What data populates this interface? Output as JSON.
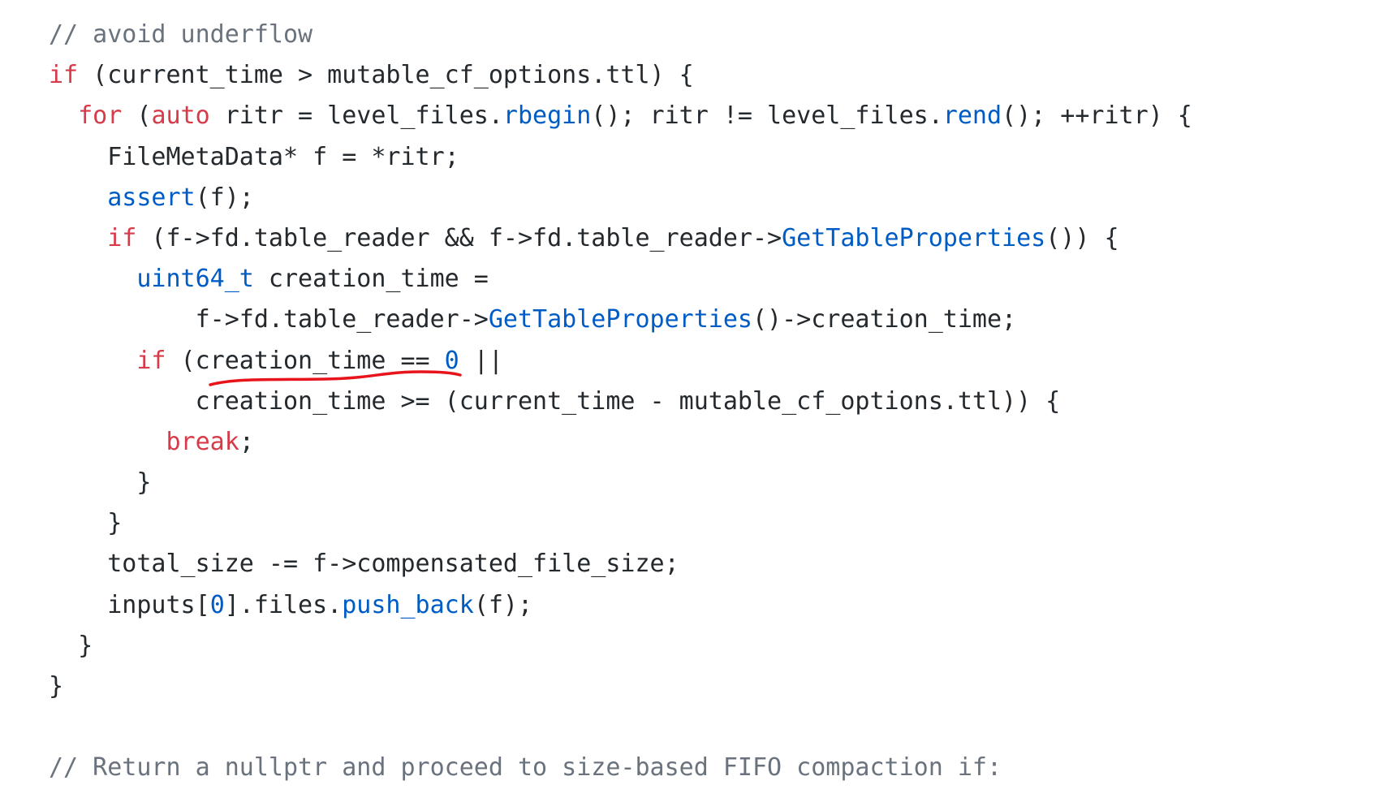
{
  "colors": {
    "keyword": "#d73a49",
    "function": "#005cc5",
    "comment": "#6a737d",
    "text": "#24292e",
    "annotation": "#e8141c"
  },
  "code_lines": [
    [
      {
        "t": "// avoid underflow",
        "c": "cm"
      }
    ],
    [
      {
        "t": "if",
        "c": "kw"
      },
      {
        "t": " (current_time > mutable_cf_options.ttl) {",
        "c": ""
      }
    ],
    [
      {
        "t": "  ",
        "c": ""
      },
      {
        "t": "for",
        "c": "kw"
      },
      {
        "t": " (",
        "c": ""
      },
      {
        "t": "auto",
        "c": "kw"
      },
      {
        "t": " ritr = level_files.",
        "c": ""
      },
      {
        "t": "rbegin",
        "c": "fn"
      },
      {
        "t": "(); ritr != level_files.",
        "c": ""
      },
      {
        "t": "rend",
        "c": "fn"
      },
      {
        "t": "(); ++ritr) {",
        "c": ""
      }
    ],
    [
      {
        "t": "    FileMetaData* f = *ritr;",
        "c": ""
      }
    ],
    [
      {
        "t": "    ",
        "c": ""
      },
      {
        "t": "assert",
        "c": "fn"
      },
      {
        "t": "(f);",
        "c": ""
      }
    ],
    [
      {
        "t": "    ",
        "c": ""
      },
      {
        "t": "if",
        "c": "kw"
      },
      {
        "t": " (f->fd.table_reader && f->fd.table_reader->",
        "c": ""
      },
      {
        "t": "GetTableProperties",
        "c": "fn"
      },
      {
        "t": "()) {",
        "c": ""
      }
    ],
    [
      {
        "t": "      ",
        "c": ""
      },
      {
        "t": "uint64_t",
        "c": "fn"
      },
      {
        "t": " creation_time =",
        "c": ""
      }
    ],
    [
      {
        "t": "          f->fd.table_reader->",
        "c": ""
      },
      {
        "t": "GetTableProperties",
        "c": "fn"
      },
      {
        "t": "()->creation_time;",
        "c": ""
      }
    ],
    [
      {
        "t": "      ",
        "c": ""
      },
      {
        "t": "if",
        "c": "kw"
      },
      {
        "t": " (creation_time == ",
        "c": ""
      },
      {
        "t": "0",
        "c": "num"
      },
      {
        "t": " ||",
        "c": ""
      }
    ],
    [
      {
        "t": "          creation_time >= (current_time - mutable_cf_options.ttl)) {",
        "c": ""
      }
    ],
    [
      {
        "t": "        ",
        "c": ""
      },
      {
        "t": "break",
        "c": "kw"
      },
      {
        "t": ";",
        "c": ""
      }
    ],
    [
      {
        "t": "      }",
        "c": ""
      }
    ],
    [
      {
        "t": "    }",
        "c": ""
      }
    ],
    [
      {
        "t": "    total_size -= f->compensated_file_size;",
        "c": ""
      }
    ],
    [
      {
        "t": "    inputs[",
        "c": ""
      },
      {
        "t": "0",
        "c": "num"
      },
      {
        "t": "].files.",
        "c": ""
      },
      {
        "t": "push_back",
        "c": "fn"
      },
      {
        "t": "(f);",
        "c": ""
      }
    ],
    [
      {
        "t": "  }",
        "c": ""
      }
    ],
    [
      {
        "t": "}",
        "c": ""
      }
    ],
    [
      {
        "t": "",
        "c": ""
      }
    ],
    [
      {
        "t": "// Return a nullptr and proceed to size-based FIFO compaction if:",
        "c": "cm"
      }
    ]
  ]
}
